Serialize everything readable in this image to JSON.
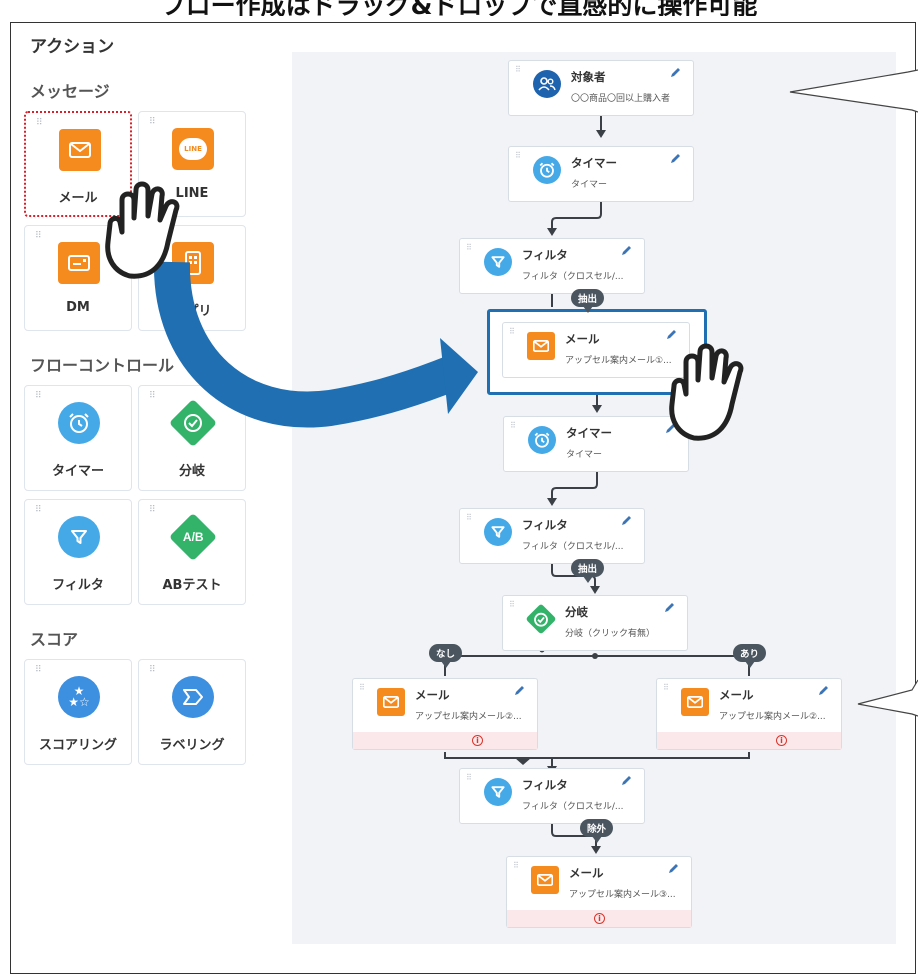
{
  "banner": "フロー作成はドラッグ&ドロップで直感的に操作可能",
  "palette": {
    "header": "アクション",
    "sections": {
      "message": "メッセージ",
      "flow_control": "フローコントロール",
      "score": "スコア"
    },
    "items": {
      "mail": "メール",
      "line": "LINE",
      "dm": "DM",
      "app": "アプリ",
      "timer": "タイマー",
      "branch": "分岐",
      "filter": "フィルタ",
      "abtest": "ABテスト",
      "scoring": "スコアリング",
      "labeling": "ラベリング"
    },
    "line_icon_text": "LINE",
    "ab_icon_text": "A/B"
  },
  "flow": {
    "n1": {
      "title": "対象者",
      "sub": "〇〇商品〇回以上購入者"
    },
    "n2": {
      "title": "タイマー",
      "sub": "タイマー"
    },
    "n3": {
      "title": "フィルタ",
      "sub": "フィルタ（クロスセル/..."
    },
    "n4": {
      "title": "メール",
      "sub": "アップセル案内メール①..."
    },
    "n5": {
      "title": "タイマー",
      "sub": "タイマー"
    },
    "n6": {
      "title": "フィルタ",
      "sub": "フィルタ（クロスセル/..."
    },
    "n7": {
      "title": "分岐",
      "sub": "分岐（クリック有無）"
    },
    "n8": {
      "title": "メール",
      "sub": "アップセル案内メール②..."
    },
    "n9": {
      "title": "メール",
      "sub": "アップセル案内メール②..."
    },
    "n10": {
      "title": "フィルタ",
      "sub": "フィルタ（クロスセル/..."
    },
    "n11": {
      "title": "メール",
      "sub": "アップセル案内メール③..."
    },
    "badges": {
      "extract1": "抽出",
      "extract2": "抽出",
      "none": "なし",
      "yes": "あり",
      "exclude": "除外"
    },
    "warn_glyph": "i"
  },
  "colors": {
    "mail_orange": "#f58a1f",
    "timer_blue": "#45a9e8",
    "branch_green": "#33b36a",
    "audience_navy": "#1e63ae",
    "highlight_blue": "#1f6fb2",
    "arrow_blue": "#1f6fb2",
    "drag_dotted_red": "#d9202b",
    "canvas_bg": "#f1f3f6"
  }
}
